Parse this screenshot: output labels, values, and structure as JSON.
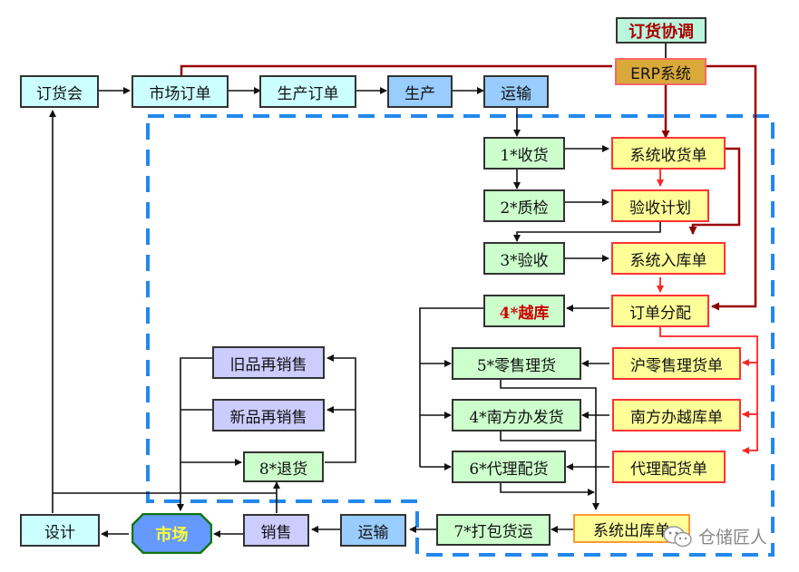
{
  "colors": {
    "cyan_box": "#ccffff",
    "blue_box": "#99ccff",
    "green_box": "#ccffcc",
    "yellow_box": "#ffff99",
    "purple_box": "#ccccff",
    "erp_box": "#d9a93a",
    "market_fill": "#6699ff",
    "dark_red_line": "#990000",
    "red_line": "#ff3333",
    "dashed_boundary": "#2288ee"
  },
  "top_row": {
    "order_meeting": "订货会",
    "market_order": "市场订单",
    "production_order": "生产订单",
    "production": "生产",
    "transport": "运输"
  },
  "erp": {
    "coordination": "订货协调",
    "erp_system": "ERP系统"
  },
  "warehouse_steps": {
    "receive": "1*收货",
    "inspect": "2*质检",
    "accept": "3*验收",
    "cross_dock": "4*越库",
    "retail_sort": "5*零售理货",
    "south_ship": "4*南方办发货",
    "agent_dist": "6*代理配货",
    "pack_ship": "7*打包货运",
    "return": "8*退货"
  },
  "system_docs": {
    "receipt": "系统收货单",
    "inspection_plan": "验收计划",
    "stock_in": "系统入库单",
    "order_alloc": "订单分配",
    "sh_retail_sort": "沪零售理货单",
    "south_crossdock": "南方办越库单",
    "agent_dist": "代理配货单",
    "stock_out": "系统出库单"
  },
  "resale": {
    "old_resale": "旧品再销售",
    "new_resale": "新品再销售"
  },
  "bottom_row": {
    "design": "设计",
    "market": "市场",
    "sales": "销售",
    "transport": "运输"
  },
  "watermark": {
    "icon": "wechat-icon",
    "text": "仓储匠人"
  }
}
